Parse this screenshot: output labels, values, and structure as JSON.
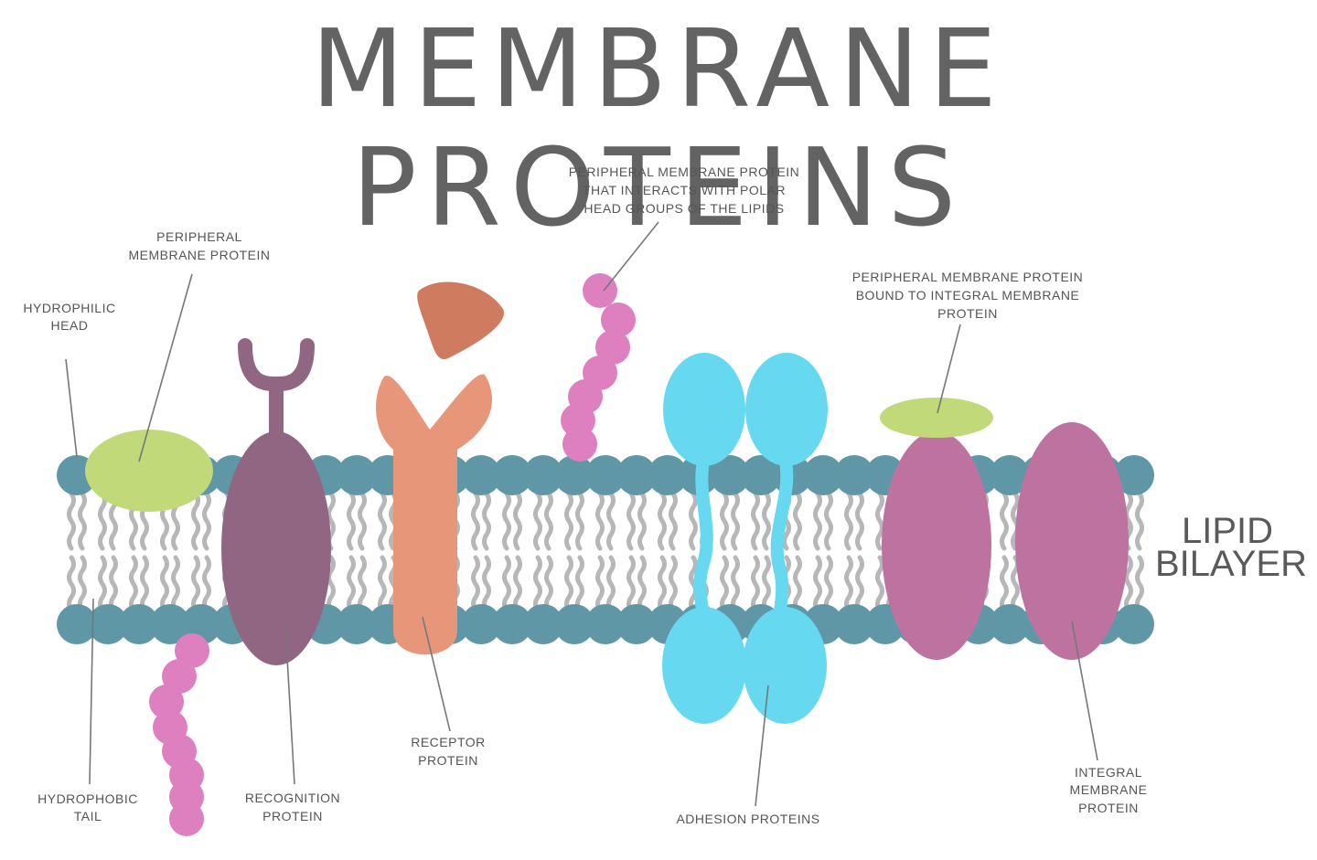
{
  "title": "MEMBRANE PROTEINS",
  "labels": {
    "hydrophilic_head": [
      "HYDROPHILIC",
      "HEAD"
    ],
    "hydrophobic_tail": [
      "HYDROPHOBIC",
      "TAIL"
    ],
    "peripheral_protein": [
      "PERIPHERAL",
      "MEMBRANE PROTEIN"
    ],
    "recognition_protein": [
      "RECOGNITION",
      "PROTEIN"
    ],
    "receptor_protein": [
      "RECEPTOR",
      "PROTEIN"
    ],
    "peripheral_polar": [
      "PERIPHERAL MEMBRANE PROTEIN",
      "THAT INTERACTS WITH POLAR",
      "HEAD GROUPS OF THE LIPIDS"
    ],
    "adhesion_proteins": [
      "ADHESION PROTEINS"
    ],
    "peripheral_bound": [
      "PERIPHERAL MEMBRANE PROTEIN",
      "BOUND TO INTEGRAL MEMBRANE",
      "PROTEIN"
    ],
    "integral_protein": [
      "INTEGRAL",
      "MEMBRANE",
      "PROTEIN"
    ],
    "lipid_bilayer": [
      "LIPID",
      "BILAYER"
    ]
  },
  "colors": {
    "title": "#636363",
    "head": "#5f97a6",
    "tail": "#b7b7b7",
    "peripheral_green": "#c2d97a",
    "recognition_purple": "#906683",
    "receptor_orange": "#e8967a",
    "signal_molecule": "#cf7b60",
    "chain_pink": "#de80c0",
    "adhesion_cyan": "#66d8f0",
    "integral_magenta": "#bd72a0"
  }
}
